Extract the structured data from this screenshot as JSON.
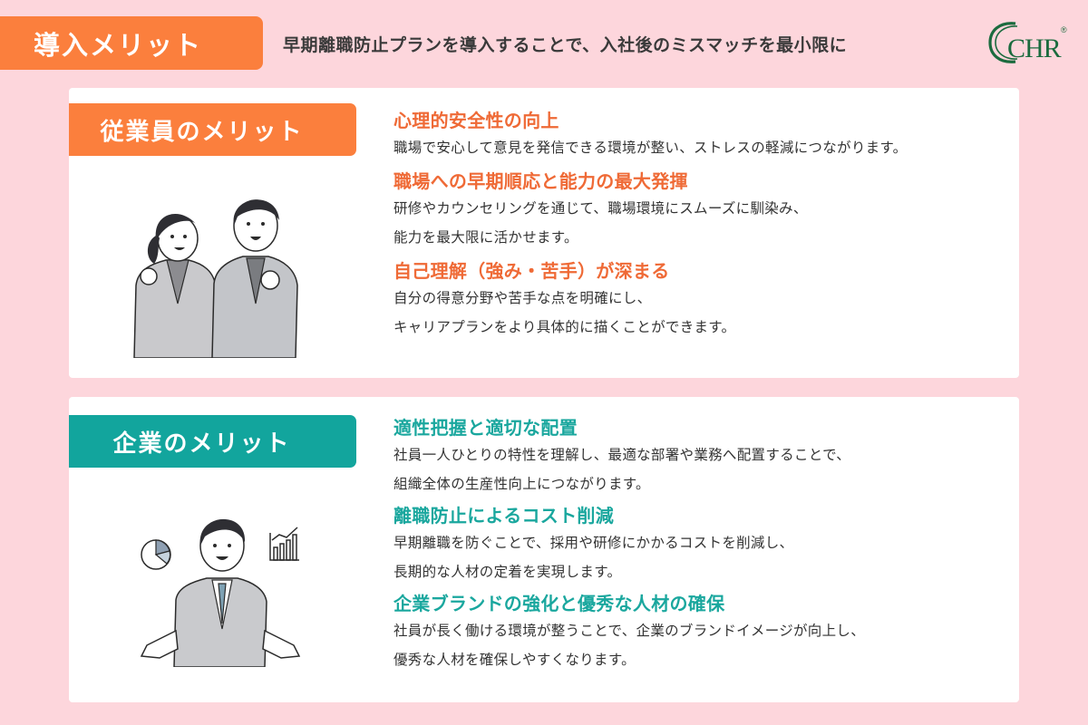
{
  "header": {
    "badge_label": "導入メリット",
    "subtitle": "早期離職防止プランを導入することで、入社後のミスマッチを最小限に",
    "logo_text": "CHR",
    "logo_mark": "®",
    "colors": {
      "background": "#fdd6dc",
      "orange": "#fb7f3d",
      "teal": "#12a59d",
      "logo_green": "#1b6b3e"
    }
  },
  "employee_section": {
    "label": "従業員のメリット",
    "illustration": "two-employees-cheering-icon",
    "items": [
      {
        "title": "心理的安全性の向上",
        "desc": [
          "職場で安心して意見を発信できる環境が整い、ストレスの軽減につながります。"
        ]
      },
      {
        "title": "職場への早期順応と能力の最大発揮",
        "desc": [
          "研修やカウンセリングを通じて、職場環境にスムーズに馴染み、",
          "能力を最大限に活かせます。"
        ]
      },
      {
        "title": "自己理解（強み・苦手）が深まる",
        "desc": [
          "自分の得意分野や苦手な点を明確にし、",
          "キャリアプランをより具体的に描くことができます。"
        ]
      }
    ]
  },
  "company_section": {
    "label": "企業のメリット",
    "illustration": "businessman-presenting-charts-icon",
    "items": [
      {
        "title": "適性把握と適切な配置",
        "desc": [
          "社員一人ひとりの特性を理解し、最適な部署や業務へ配置することで、",
          "組織全体の生産性向上につながります。"
        ]
      },
      {
        "title": "離職防止によるコスト削減",
        "desc": [
          "早期離職を防ぐことで、採用や研修にかかるコストを削減し、",
          "長期的な人材の定着を実現します。"
        ]
      },
      {
        "title": "企業ブランドの強化と優秀な人材の確保",
        "desc": [
          "社員が長く働ける環境が整うことで、企業のブランドイメージが向上し、",
          "優秀な人材を確保しやすくなります。"
        ]
      }
    ]
  }
}
